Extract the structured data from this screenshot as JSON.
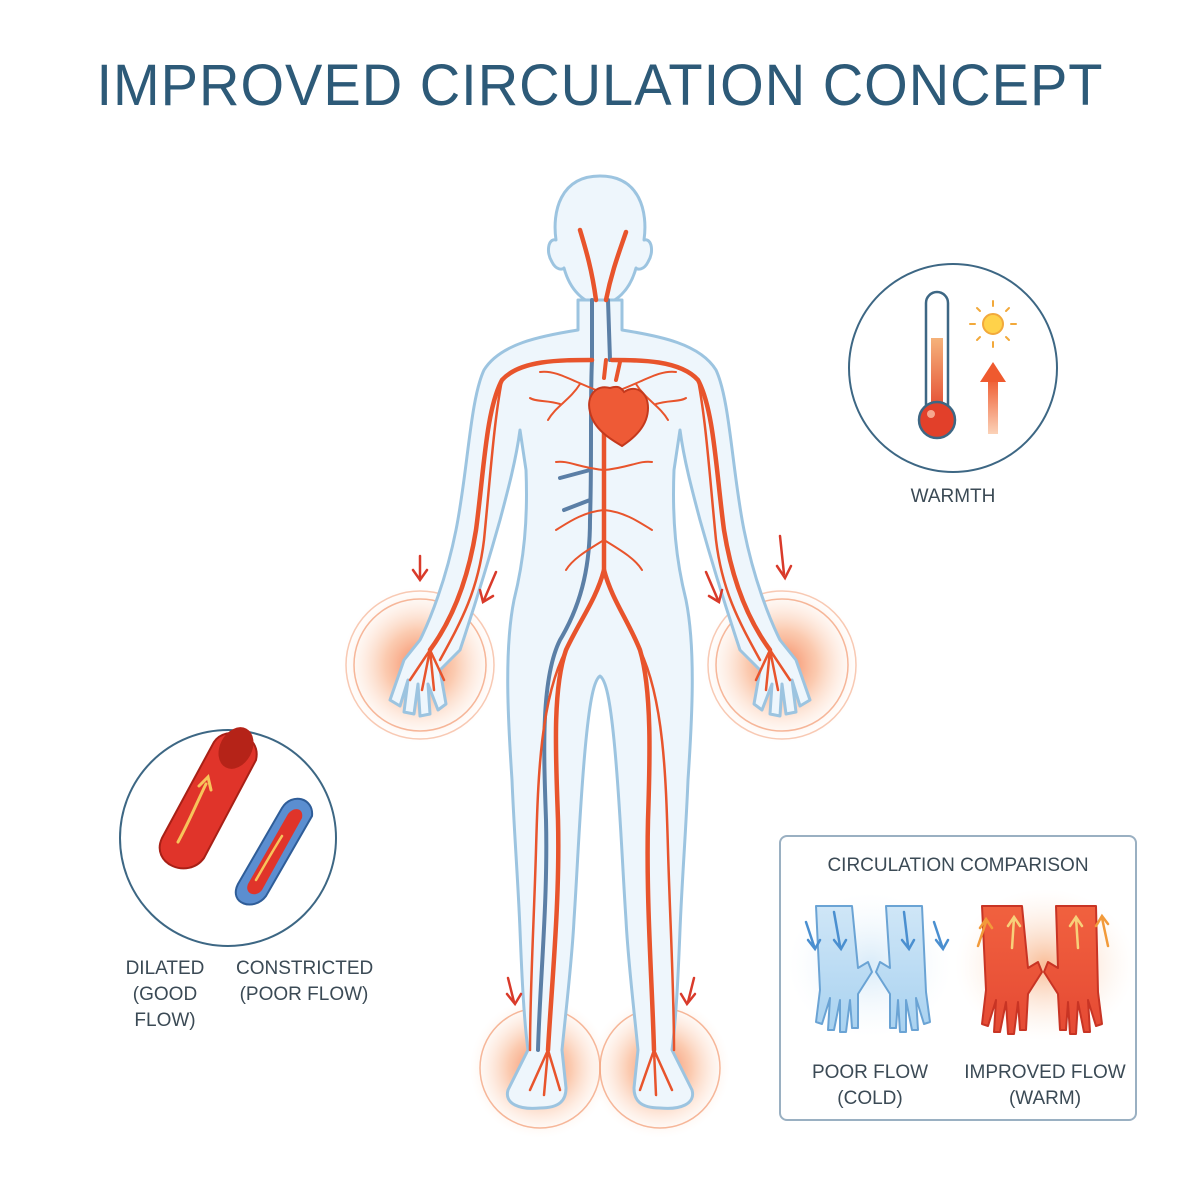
{
  "title": "IMPROVED CIRCULATION CONCEPT",
  "warmth": {
    "label": "WARMTH"
  },
  "vessels": {
    "dilated": {
      "line1": "DILATED",
      "line2": "(GOOD FLOW)"
    },
    "constricted": {
      "line1": "CONSTRICTED",
      "line2": "(POOR FLOW)"
    }
  },
  "comparison": {
    "title": "CIRCULATION COMPARISON",
    "poor": {
      "line1": "POOR FLOW",
      "line2": "(COLD)"
    },
    "improved": {
      "line1": "IMPROVED FLOW",
      "line2": "(WARM)"
    }
  },
  "colors": {
    "title": "#2d5a78",
    "artery": "#e8542c",
    "vein": "#5b7fa6",
    "body_outline": "#9cc4e0",
    "glow": "#f36b3c",
    "cold": "#8fc4ea",
    "warm": "#f04a3a"
  }
}
